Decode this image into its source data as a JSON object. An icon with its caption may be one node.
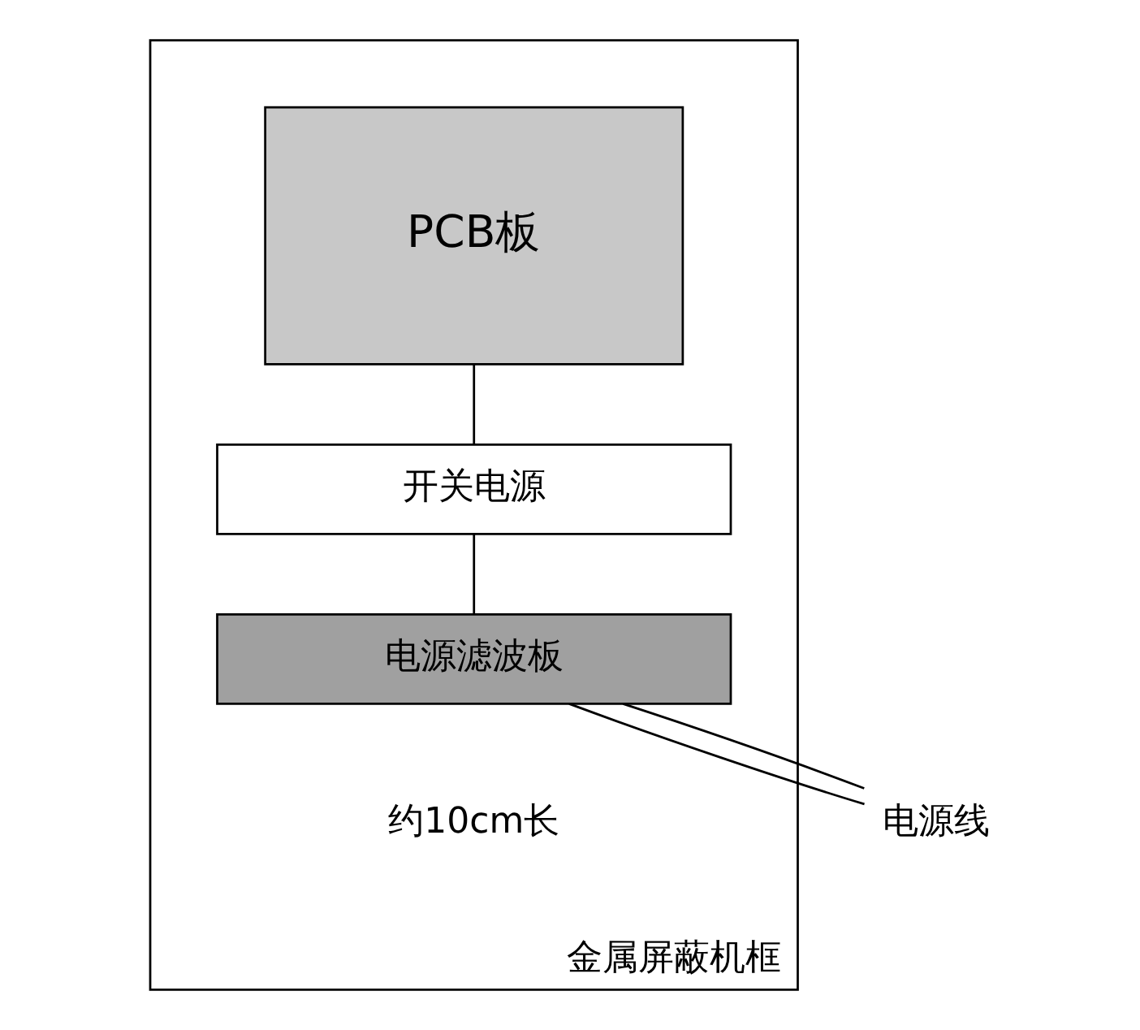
{
  "diagram": {
    "nodes": [
      {
        "text": [
          "金属屏蔽机框"
        ]
      },
      {
        "text": [
          "PCB板"
        ],
        "in": 0
      },
      {
        "text": [
          "开关电源"
        ],
        "in": 0
      },
      {
        "text": [
          "电源滤波板"
        ],
        "in": 0
      },
      {
        "text": [
          "电源线"
        ]
      }
    ],
    "edges": [
      {
        "from": 1,
        "to": 2,
        "arrow": "none"
      },
      {
        "from": 2,
        "to": 3,
        "arrow": "none"
      },
      {
        "from": 3,
        "to": 4,
        "arrow": "none"
      },
      {
        "from": 3,
        "to": 4,
        "arrow": "none"
      }
    ],
    "labels": [
      "约10cm长"
    ]
  }
}
